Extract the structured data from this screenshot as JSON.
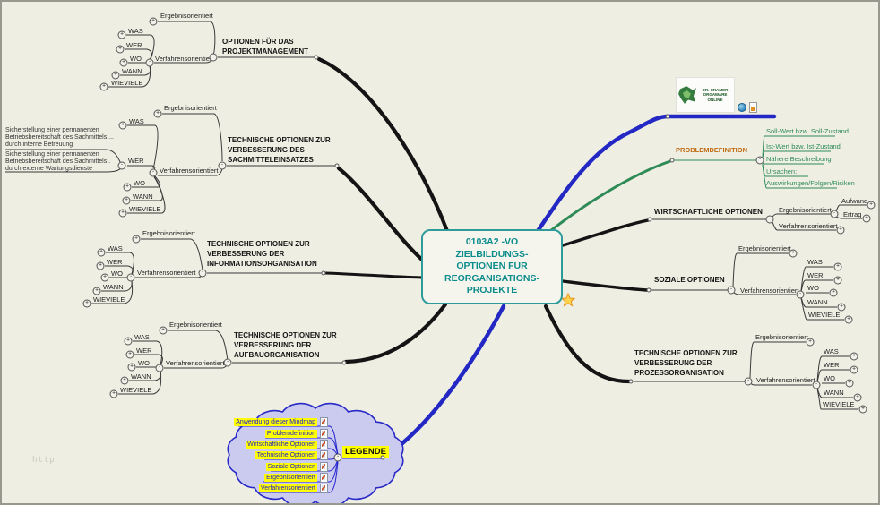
{
  "window": {
    "watermark": "http"
  },
  "center_topic": {
    "lines": [
      "0103A2 -VO",
      "ZIELBILDUNGS-",
      "OPTIONEN FÜR",
      "REORGANISATIONS-",
      "PROJEKTE"
    ]
  },
  "common": {
    "ergebnisorientiert": "Ergebnisorientiert",
    "verfahrensorientiert": "Verfahrensorientiert",
    "was": "WAS",
    "wer": "WER",
    "wo": "WO",
    "wann": "WANN",
    "wieviele": "WIEVIELE"
  },
  "left_branches": {
    "projektmanagement": {
      "title": "OPTIONEN FÜR DAS PROJEKTMANAGEMENT"
    },
    "sachmittel": {
      "title": "TECHNISCHE OPTIONEN ZUR VERBESSERUNG DES SACHMITTELEINSATZES",
      "wer_notes": [
        "Sicherstellung einer permanenten Betriebsbereitschaft des Sachmittels ... durch interne Betreuung",
        "Sicherstellung einer permanenten Betriebsbereitschaft des Sachmittels . durch externe Wartungsdienste"
      ]
    },
    "information": {
      "title": "TECHNISCHE OPTIONEN ZUR VERBESSERUNG DER INFORMATIONSORGANISATION"
    },
    "aufbau": {
      "title": "TECHNISCHE OPTIONEN ZUR VERBESSERUNG DER AUFBAUORGANISATION"
    }
  },
  "right_branches": {
    "problemdefinition": {
      "title": "PROBLEMDEFINITION",
      "items": [
        "Soll-Wert bzw.  Soll-Zustand",
        "Ist-Wert bzw.  Ist-Zustand",
        "Nähere Beschreibung",
        "Ursachen:",
        "Auswirkungen/Folgen/Risiken"
      ]
    },
    "wirtschaftlich": {
      "title": "WIRTSCHAFTLICHE OPTIONEN",
      "aufwand": "Aufwand",
      "ertrag": "Ertrag"
    },
    "sozial": {
      "title": "SOZIALE OPTIONEN"
    },
    "prozess": {
      "title": "TECHNISCHE OPTIONEN ZUR VERBESSERUNG DER PROZESSORGANISATION"
    }
  },
  "legend": {
    "title": "LEGENDE",
    "items": [
      "Anwendung dieser Mindmap",
      "Problemdefinition",
      "Wirtschaftliche Optionen",
      "Technische Optionen",
      "Soziale Optionen",
      "Ergebnisorientiert",
      "Verfahrensorientiert"
    ]
  },
  "logo": {
    "line1": "DR. CRAMER",
    "line2": "ORGAWARE",
    "line3": "ONLINE"
  },
  "colors": {
    "background": "#eeeee3",
    "center_teal": "#0d8c8c",
    "problem_orange": "#c06a10",
    "link_green": "#2e8b57",
    "line_blue": "#2328c4",
    "legend_fill": "#cbcbf0",
    "highlight_yellow": "#ffff00"
  }
}
